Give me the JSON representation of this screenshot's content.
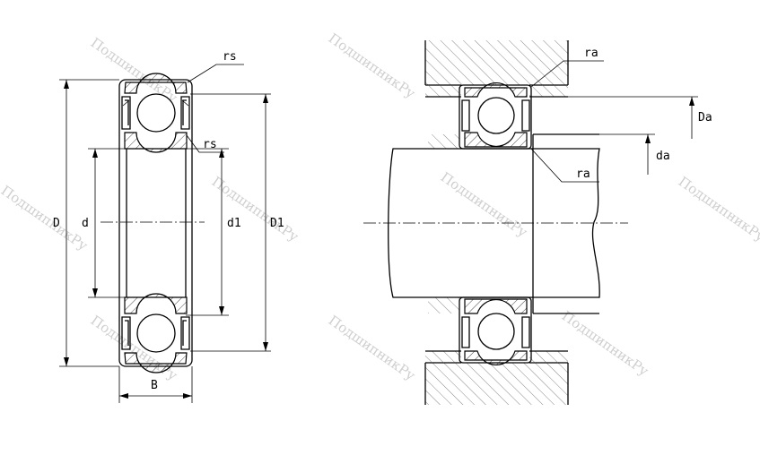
{
  "labels": {
    "D": "D",
    "d": "d",
    "d1": "d1",
    "D1": "D1",
    "B": "B",
    "rs_top": "rs",
    "rs_mid": "rs",
    "ra_top": "ra",
    "ra_mid": "ra",
    "Da": "Da",
    "da": "da"
  },
  "watermark": "ПодшипникРу"
}
